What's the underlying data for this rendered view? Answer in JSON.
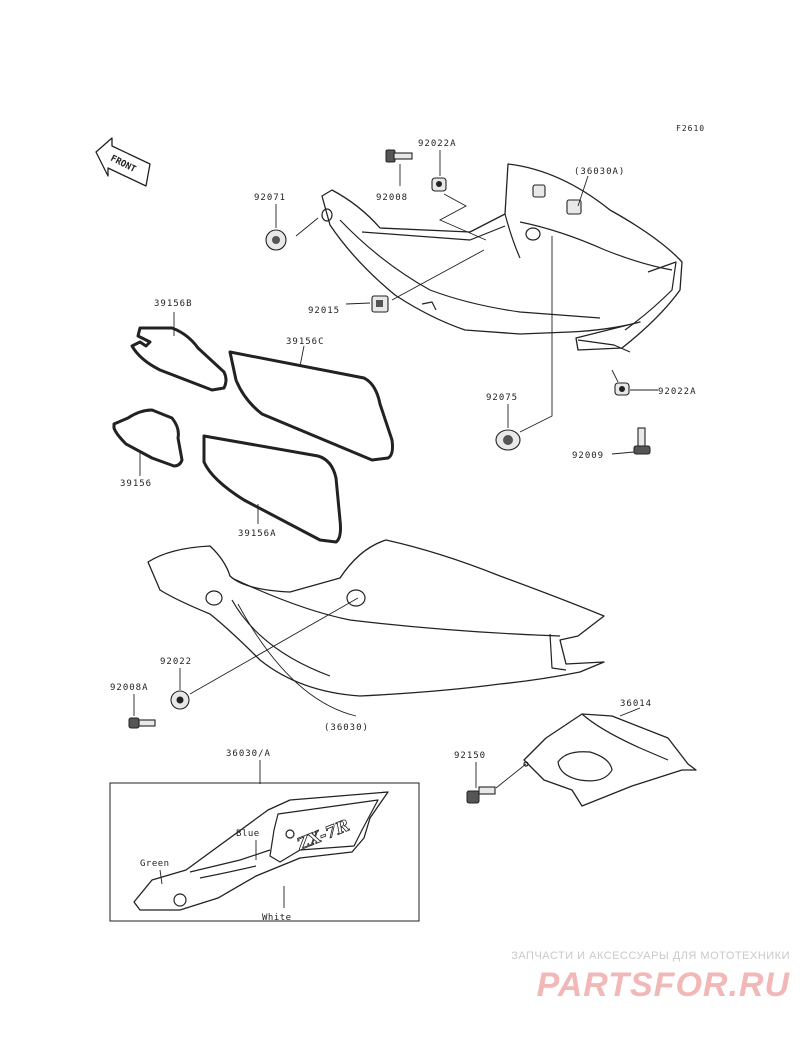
{
  "figure_code": "F2610",
  "front_label": "FRONT",
  "part_labels": {
    "p92022A_top": "92022A",
    "p36030A": "(36030A)",
    "p92071": "92071",
    "p92008": "92008",
    "p92015": "92015",
    "p39156B": "39156B",
    "p39156C": "39156C",
    "p92075": "92075",
    "p92022A_right": "92022A",
    "p92009": "92009",
    "p39156": "39156",
    "p39156A": "39156A",
    "p92022": "92022",
    "p92008A": "92008A",
    "p36030": "(36030)",
    "p36014": "36014",
    "p92150": "92150",
    "p36030_A": "36030/A"
  },
  "color_callouts": {
    "blue": "Blue",
    "green": "Green",
    "white": "White"
  },
  "decal_text": "ZX-7R",
  "watermark": {
    "caption": "ЗАПЧАСТИ И АКСЕССУАРЫ ДЛЯ МОТОТЕХНИКИ",
    "logo": "PARTSFOR.RU"
  },
  "colors": {
    "line": "#222222",
    "watermark_logo": "#f2b8b8",
    "watermark_caption": "#c9c9c9"
  }
}
